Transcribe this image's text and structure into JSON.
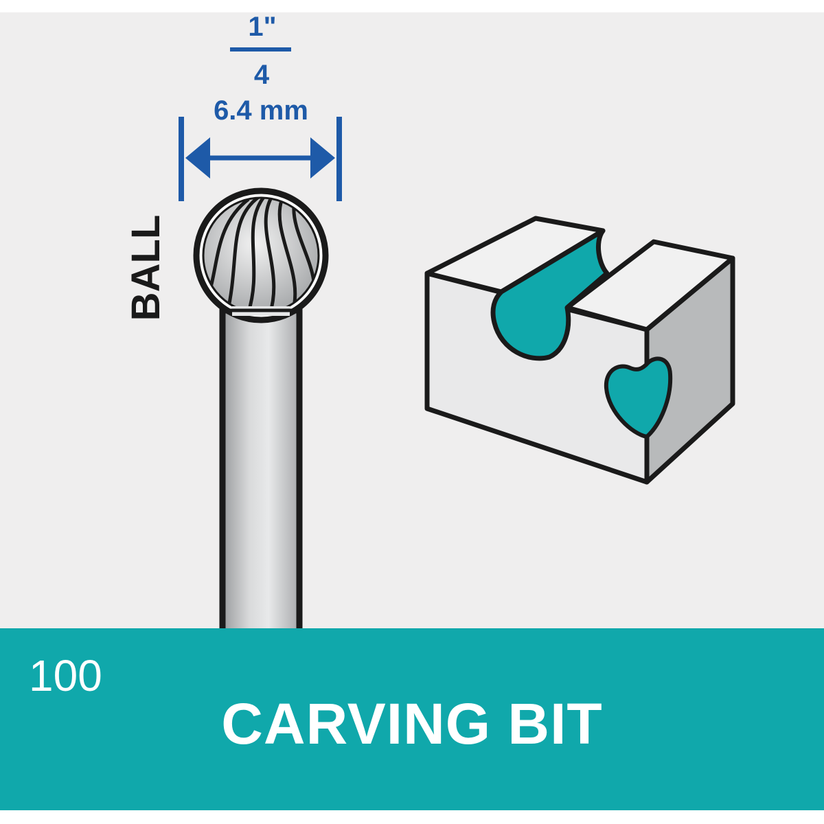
{
  "dimension": {
    "fraction_numerator": "1\"",
    "fraction_denominator": "4",
    "metric": "6.4 mm"
  },
  "bit_shape_label": "BALL",
  "model_number": "100",
  "product_title": "CARVING BIT",
  "colors": {
    "accent_teal": "#10a8ab",
    "dimension_blue": "#1e5aa8",
    "background": "#efeeee",
    "outline": "#1a1a1a"
  },
  "icons": [
    "ball-bit-icon",
    "carved-block-icon",
    "dimension-arrow-icon"
  ]
}
